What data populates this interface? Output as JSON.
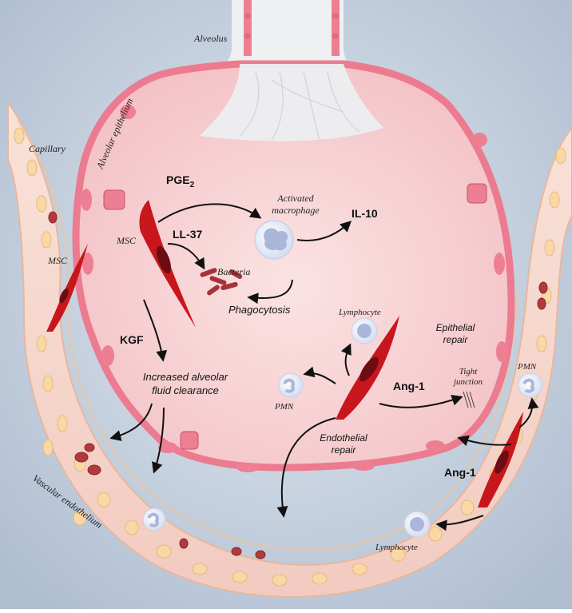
{
  "labels": {
    "alveolus": "Alveolus",
    "alveolar_epithelium": "Alveolar epithelium",
    "capillary": "Capillary",
    "vascular_endothelium": "Vascular endothelium",
    "msc_left": "MSC",
    "msc_center": "MSC",
    "pge2_main": "PGE",
    "pge2_sub": "2",
    "ll37": "LL-37",
    "activated_macrophage_line1": "Activated",
    "activated_macrophage_line2": "macrophage",
    "il10": "IL-10",
    "bacteria": "Bacteria",
    "phagocytosis": "Phagocytosis",
    "kgf": "KGF",
    "fluid_line1": "Increased alveolar",
    "fluid_line2": "fluid clearance",
    "lymphocyte_top": "Lymphocyte",
    "epithelial_repair_line1": "Epithelial",
    "epithelial_repair_line2": "repair",
    "pmn_center": "PMN",
    "ang1_center": "Ang-1",
    "tight_junction_line1": "Tight",
    "tight_junction_line2": "junction",
    "endothelial_repair_line1": "Endothelial",
    "endothelial_repair_line2": "repair",
    "pmn_right": "PMN",
    "ang1_right": "Ang-1",
    "lymphocyte_bottom": "Lymphocyte"
  },
  "colors": {
    "background": "#c9d5e3",
    "alveolus_fill": "#f6cdd0",
    "alveolus_inner": "#f9dadb",
    "epithelium_cell": "#ee7f93",
    "capillary_fill": "#f7dcd3",
    "capillary_cell": "#f7c98a",
    "msc": "#c8161d",
    "msc_nucleus": "#6b0d12",
    "immune_cell": "#e9eef8",
    "immune_nucleus": "#a9b5dc",
    "rbc": "#b0343a",
    "arrow": "#111111"
  }
}
